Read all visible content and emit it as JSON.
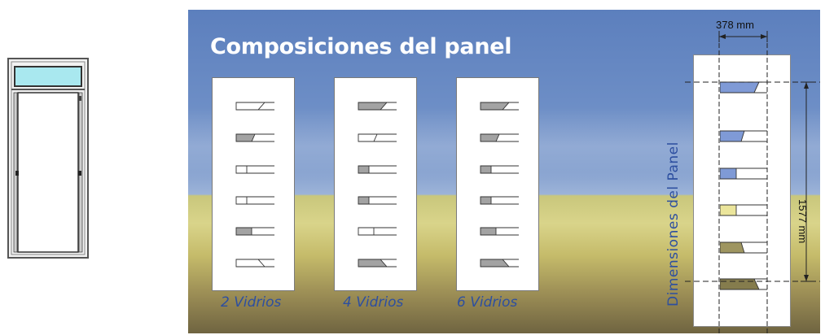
{
  "title": "Composiciones del panel",
  "panels": [
    {
      "caption": "2 Vidrios",
      "glazed": [
        false,
        true,
        false,
        false,
        true,
        false
      ]
    },
    {
      "caption": "4 Vidrios",
      "glazed": [
        true,
        false,
        true,
        true,
        false,
        true
      ]
    },
    {
      "caption": "6 Vidrios",
      "glazed": [
        true,
        true,
        true,
        true,
        true,
        true
      ]
    }
  ],
  "dimensions": {
    "side_label": "Dimensiones del Panel",
    "width_label": "378 mm",
    "height_label": "1577 mm"
  },
  "colors": {
    "glass_gray": "#a3a3a3",
    "glass_blue": "#7f9ad6",
    "glass_pale_yellow": "#ebe59b",
    "glass_olive": "#9e9560",
    "glass_olive_dark": "#857c4d",
    "door_glass": "#a9e8ef",
    "caption_text": "#2d4fa0"
  },
  "icons": {
    "door": "door-with-transom-icon"
  }
}
